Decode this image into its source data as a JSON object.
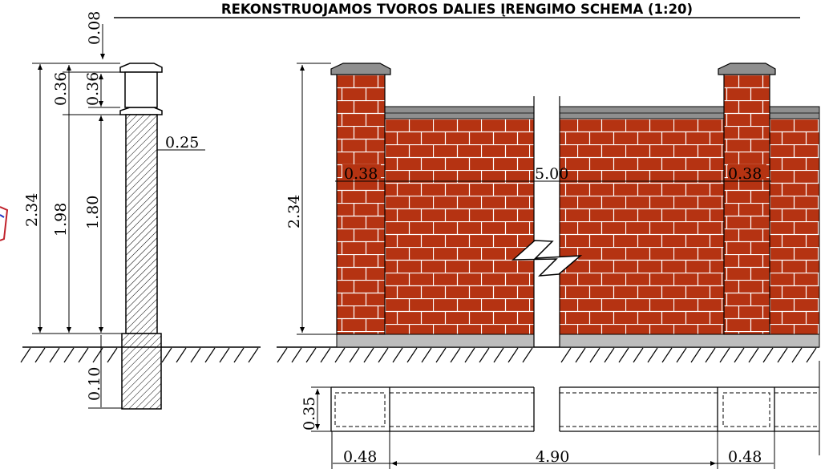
{
  "title": "REKONSTRUOJAMOS TVOROS DALIES ĮRENGIMO SCHEMA (1:20)",
  "side_view": {
    "cap_gap": "0.08",
    "cap_height_upper": "0.36",
    "cap_height_lower": "0.36",
    "total_height": "2.34",
    "height_to_cap": "1.98",
    "post_height": "1.80",
    "post_width": "0.25",
    "footing_depth": "0.10"
  },
  "front_view": {
    "total_height": "2.34",
    "pillar_width_left": "0.38",
    "span_length": "5.00",
    "pillar_width_right": "0.38"
  },
  "plan_view": {
    "width": "0.35",
    "footing_left": "0.48",
    "footing_middle": "4.90",
    "footing_right": "0.48"
  },
  "colors": {
    "brick": "#b53312",
    "mortar": "#ffffff",
    "cap": "#8f8f8f",
    "base": "#bdbdbd"
  }
}
